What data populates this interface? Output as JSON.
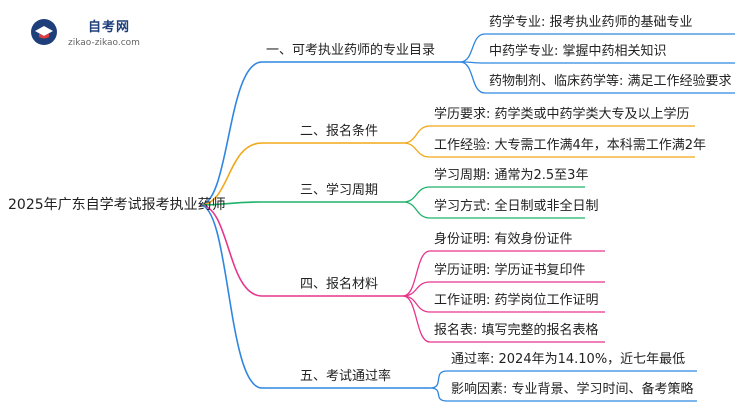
{
  "logo": {
    "title": "自考网",
    "subtitle": "zikao-zikao.com"
  },
  "root": {
    "label": "2025年广东自学考试报考执业药师"
  },
  "branches": [
    {
      "label": "一、可考执业药师的专业目录",
      "color": "#2f86e0",
      "children": [
        "药学专业: 报考执业药师的基础专业",
        "中药学专业: 掌握中药相关知识",
        "药物制剂、临床药学等: 满足工作经验要求"
      ]
    },
    {
      "label": "二、报名条件",
      "color": "#f2a818",
      "children": [
        "学历要求: 药学类或中药学类大专及以上学历",
        "工作经验: 大专需工作满4年，本科需工作满2年"
      ]
    },
    {
      "label": "三、学习周期",
      "color": "#1fb26a",
      "children": [
        "学习周期: 通常为2.5至3年",
        "学习方式: 全日制或非全日制"
      ]
    },
    {
      "label": "四、报名材料",
      "color": "#e8358c",
      "children": [
        "身份证明: 有效身份证件",
        "学历证明: 学历证书复印件",
        "工作证明: 药学岗位工作证明",
        "报名表: 填写完整的报名表格"
      ]
    },
    {
      "label": "五、考试通过率",
      "color": "#2f86e0",
      "children": [
        "通过率: 2024年为14.10%，近七年最低",
        "影响因素: 专业背景、学习时间、备考策略"
      ]
    }
  ]
}
